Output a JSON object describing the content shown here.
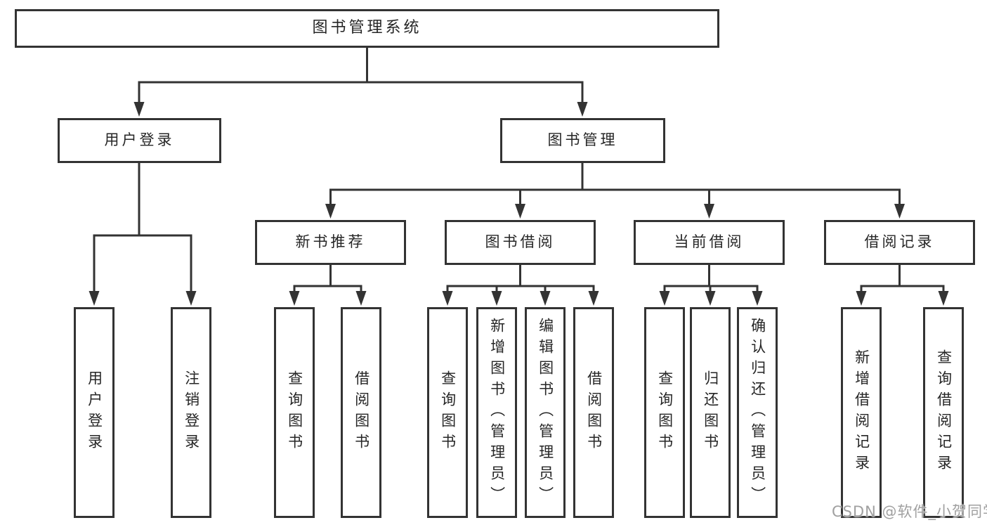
{
  "title": {
    "label": "图书管理系统"
  },
  "level2": {
    "user_login": "用户登录",
    "book_mgmt": "图书管理"
  },
  "level3": {
    "new_book": "新书推荐",
    "book_borrow": "图书借阅",
    "current_borrow": "当前借阅",
    "borrow_record": "借阅记录"
  },
  "leaves": {
    "user_login_1": "用户登录",
    "user_login_2": "注销登录",
    "new_book_1": "查询图书",
    "new_book_2": "借阅图书",
    "book_borrow_1": "查询图书",
    "book_borrow_2": "新增图书（管理员）",
    "book_borrow_3": "编辑图书（管理员）",
    "book_borrow_4": "借阅图书",
    "current_1": "查询图书",
    "current_2": "归还图书",
    "current_3": "确认归还（管理员）",
    "record_1": "新增借阅记录",
    "record_2": "查询借阅记录"
  },
  "watermark": "CSDN @软件_小贺同学",
  "colors": {
    "line": "#333333",
    "text": "#262626",
    "background": "#ffffff",
    "watermark": "#989898"
  }
}
